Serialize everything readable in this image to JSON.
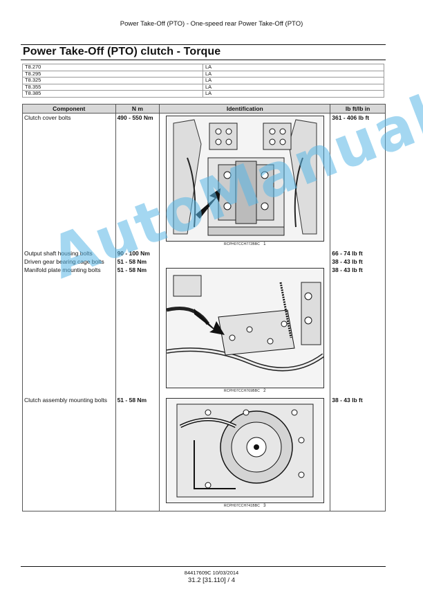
{
  "header": {
    "running_title": "Power Take-Off (PTO) - One-speed rear Power Take-Off (PTO)"
  },
  "title": "Power Take-Off (PTO) clutch - Torque",
  "models": [
    {
      "model": "T8.270",
      "region": "LA"
    },
    {
      "model": "T8.295",
      "region": "LA"
    },
    {
      "model": "T8.325",
      "region": "LA"
    },
    {
      "model": "T8.355",
      "region": "LA"
    },
    {
      "model": "T8.385",
      "region": "LA"
    }
  ],
  "table": {
    "headers": {
      "component": "Component",
      "nm": "N m",
      "identification": "Identification",
      "lbft": "lb ft/lb in"
    },
    "rows": [
      {
        "component": "Clutch cover bolts",
        "nm": "490 - 550 Nm",
        "lbft": "361 - 406 lb ft"
      },
      {
        "component": "Output shaft housing bolts",
        "nm": "90 - 100 Nm",
        "lbft": "66 - 74 lb ft"
      },
      {
        "component": "Driven gear bearing cage bolts",
        "nm": "51 - 58 Nm",
        "lbft": "38 - 43 lb ft"
      },
      {
        "component": "Manifold plate mounting bolts",
        "nm": "51 - 58 Nm",
        "lbft": "38 - 43 lb ft"
      },
      {
        "component": "Clutch assembly mounting bolts",
        "nm": "51 - 58 Nm",
        "lbft": "38 - 43 lb ft"
      }
    ],
    "figures": [
      {
        "code": "RCPH07CCH772BBC",
        "number": "1"
      },
      {
        "code": "RCPH07CCH769BBC",
        "number": "2"
      },
      {
        "code": "RCPH07CCH741BBC",
        "number": "3"
      }
    ]
  },
  "watermark": "AutoManual",
  "footer": {
    "doc_ref": "84417609C 10/03/2014",
    "page": "31.2 [31.110] / 4"
  }
}
